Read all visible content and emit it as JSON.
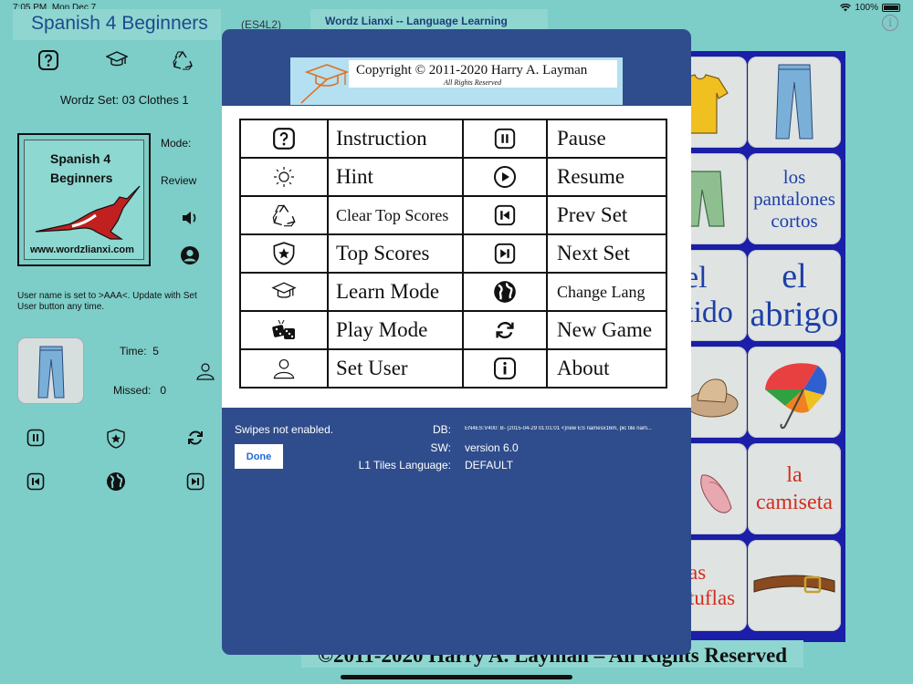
{
  "status_bar": {
    "time": "7:05 PM",
    "date": "Mon Dec 7",
    "battery": "100%"
  },
  "header": {
    "app_title": "Spanish 4 Beginners",
    "app_code": "(ES4L2)",
    "system_title": "Wordz Lianxi -- Language Learning System"
  },
  "left_panel": {
    "wordz_set": "Wordz Set: 03 Clothes 1",
    "logo_text": "Spanish 4 Beginners",
    "logo_url": "www.wordzlianxi.com",
    "mode_label": "Mode:",
    "review_label": "Review",
    "user_message": "User name is set to >AAA<. Update with Set User button any time.",
    "time_label": "Time:",
    "time_value": "5",
    "missed_label": "Missed:",
    "missed_value": "0"
  },
  "tiles": {
    "pantalones_cortos": "los pantalones cortos",
    "vestido_partial_1": "el",
    "vestido_partial_2": "tido",
    "abrigo": "el abrigo",
    "camiseta": "la camiseta",
    "pantuflas_partial_1": "as",
    "pantuflas_partial_2": "tuflas"
  },
  "modal": {
    "copyright_line1": "Copyright © 2011-2020 Harry A. Layman",
    "copyright_line2": "All Rights Reserved",
    "commands_left": [
      {
        "label": "Instruction",
        "icon": "question-icon"
      },
      {
        "label": "Hint",
        "icon": "sun-icon"
      },
      {
        "label": "Clear Top Scores",
        "icon": "recycle-icon"
      },
      {
        "label": "Top Scores",
        "icon": "shield-star-icon"
      },
      {
        "label": "Learn Mode",
        "icon": "graduation-cap-icon"
      },
      {
        "label": "Play Mode",
        "icon": "dice-icon"
      },
      {
        "label": "Set User",
        "icon": "user-icon"
      }
    ],
    "commands_right": [
      {
        "label": "Pause",
        "icon": "pause-icon"
      },
      {
        "label": "Resume",
        "icon": "play-icon"
      },
      {
        "label": "Prev Set",
        "icon": "skip-back-icon"
      },
      {
        "label": "Next Set",
        "icon": "skip-forward-icon"
      },
      {
        "label": "Change Lang",
        "icon": "globe-icon"
      },
      {
        "label": "New Game",
        "icon": "refresh-icon"
      },
      {
        "label": "About",
        "icon": "info-icon"
      }
    ],
    "swipes_text": "Swipes not enabled.",
    "done_label": "Done",
    "db_key": "DB:",
    "db_value": "EN4ES:V400: B- (2015-04-29 01:01:01 <)new ES namesx16m, pic tile nam...",
    "sw_key": "SW:",
    "sw_value": "version 6.0",
    "l1_key": "L1 Tiles Language:",
    "l1_value": "DEFAULT"
  },
  "footer": {
    "copyright": "©2011-2020 Harry A. Layman – All Rights Reserved"
  },
  "colors": {
    "background": "#7dcdc8",
    "modal": "#2f4d8c",
    "grid": "#1a1ea8",
    "tile_text_blue": "#1e3fa8",
    "tile_text_red": "#d42c1c"
  }
}
